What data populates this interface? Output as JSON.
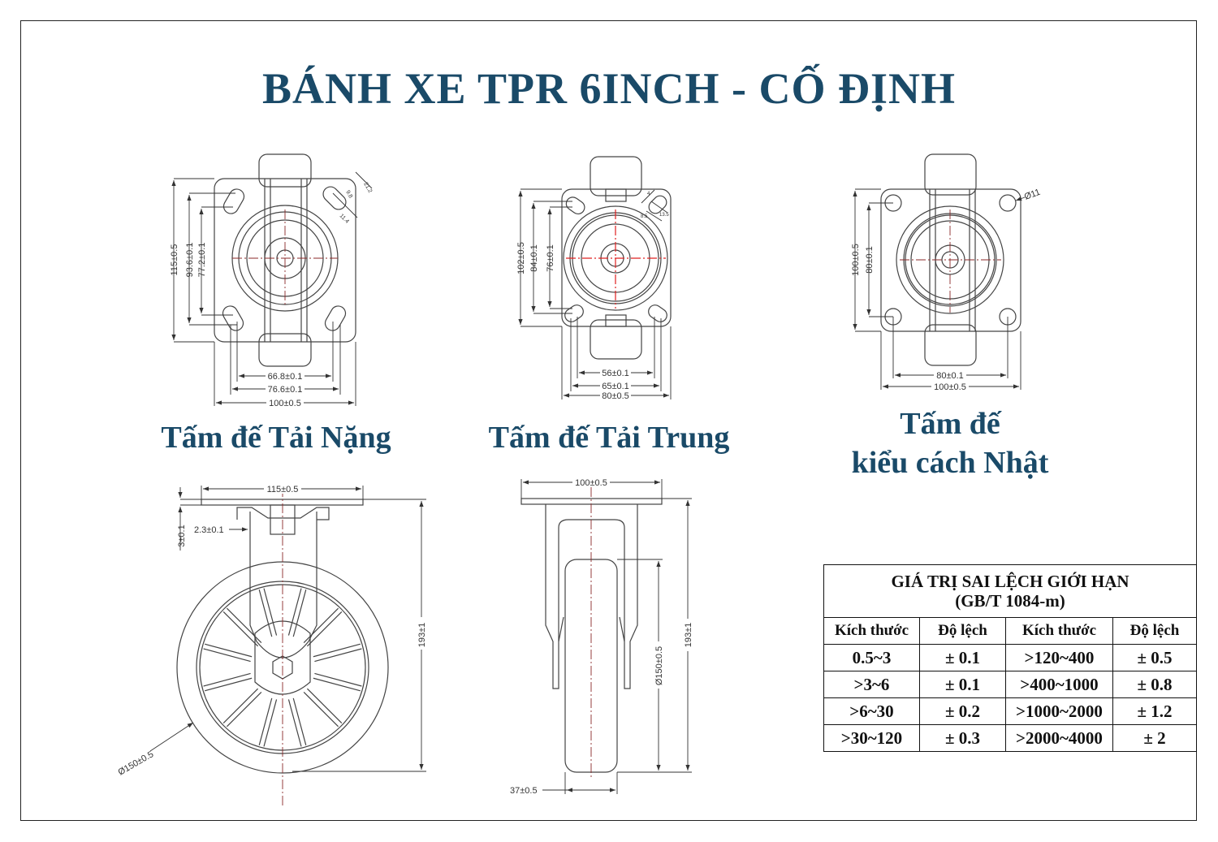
{
  "title": "BÁNH XE TPR 6INCH - CỐ ĐỊNH",
  "captions": {
    "heavy": "Tấm đế Tải Nặng",
    "medium": "Tấm đế Tải Trung",
    "japanese_line1": "Tấm đế",
    "japanese_line2": "kiểu cách Nhật"
  },
  "heavy_plate": {
    "height": "115±0.5",
    "hole_v_outer": "93.6±0.1",
    "hole_v_inner": "77.2±0.1",
    "hole_h_inner": "66.8±0.1",
    "hole_h_outer": "76.6±0.1",
    "width": "100±0.5",
    "slot_length": "21.2",
    "slot_width": "9.8",
    "slot_offset": "11.4"
  },
  "medium_plate": {
    "height": "102±0.5",
    "hole_v_outer": "84±0.1",
    "hole_v_inner": "76±0.1",
    "hole_h_inner": "56±0.1",
    "hole_h_outer": "65±0.1",
    "width": "80±0.5",
    "slot_a": "4",
    "slot_b": "8.5",
    "slot_c": "13.5"
  },
  "japanese_plate": {
    "height": "100±0.5",
    "hole_v": "80±0.1",
    "hole_h": "80±0.1",
    "width": "100±0.5",
    "hole_dia": "Ø11"
  },
  "front_view": {
    "plate_width": "115±0.5",
    "plate_thickness": "3±0.1",
    "fork_thickness": "2.3±0.1",
    "total_height": "193±1",
    "wheel_dia": "Ø150±0.5"
  },
  "side_view": {
    "plate_width": "100±0.5",
    "total_height": "193±1",
    "wheel_dia": "Ø150±0.5",
    "wheel_width": "37±0.5"
  },
  "colors": {
    "title": "#1a4a68",
    "centerline_red": "#e02020",
    "centerline_brown": "#8b2a2a"
  },
  "tolerance_table": {
    "title": "GIÁ TRỊ SAI LỆCH GIỚI HẠN",
    "subtitle": "(GB/T 1084-m)",
    "headers": [
      "Kích thước",
      "Độ lệch",
      "Kích thước",
      "Độ lệch"
    ],
    "rows": [
      [
        "0.5~3",
        "± 0.1",
        ">120~400",
        "± 0.5"
      ],
      [
        ">3~6",
        "± 0.1",
        ">400~1000",
        "± 0.8"
      ],
      [
        ">6~30",
        "± 0.2",
        ">1000~2000",
        "± 1.2"
      ],
      [
        ">30~120",
        "± 0.3",
        ">2000~4000",
        "±  2"
      ]
    ]
  }
}
